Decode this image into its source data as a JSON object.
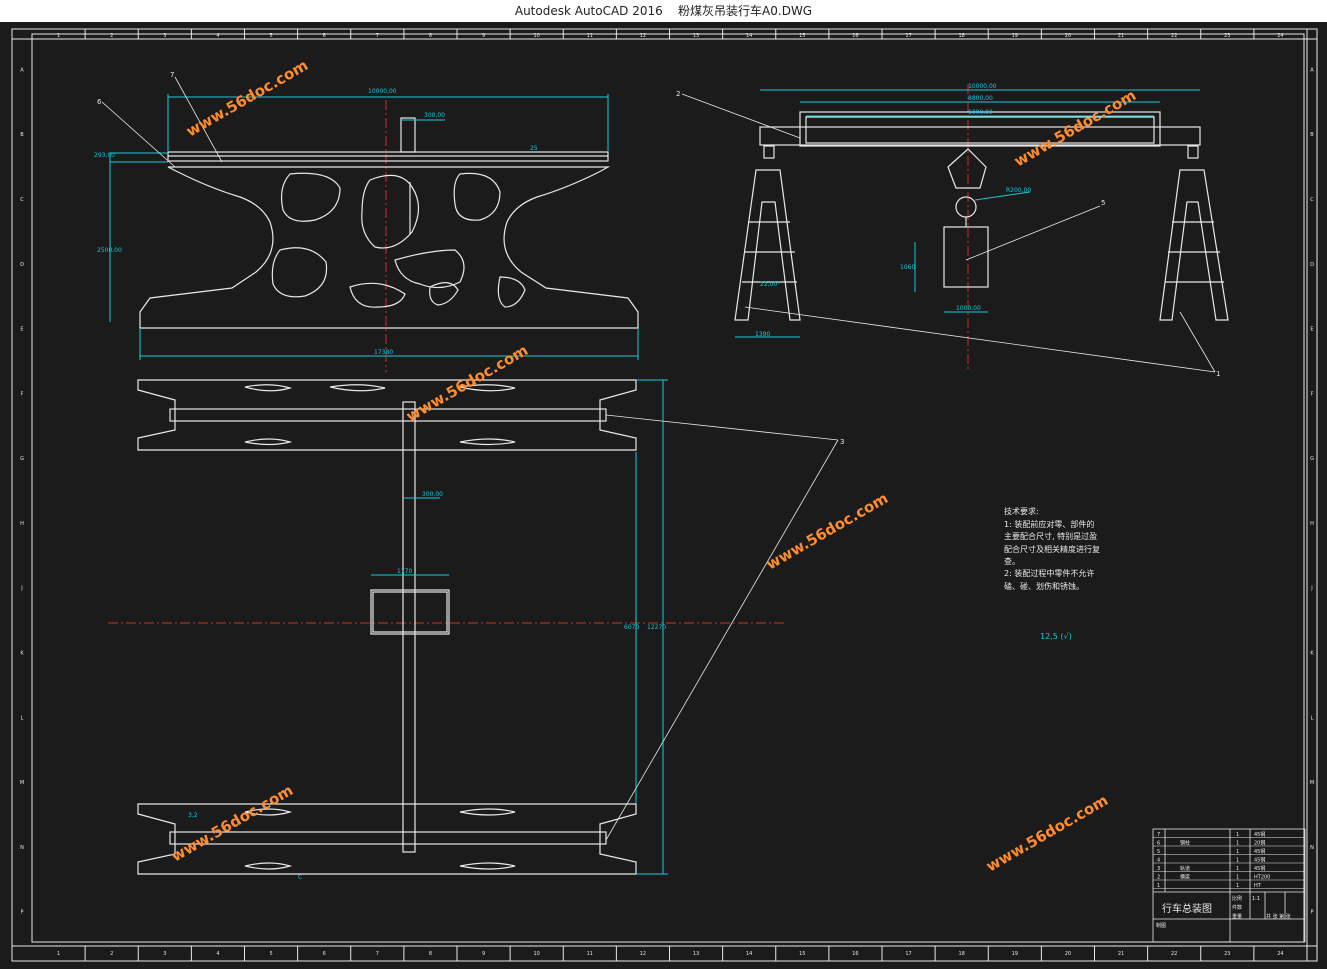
{
  "window": {
    "app_name": "Autodesk AutoCAD 2016",
    "file_name": "粉煤灰吊装行车A0.DWG"
  },
  "frame": {
    "columns": [
      "1",
      "2",
      "3",
      "4",
      "5",
      "6",
      "7",
      "8",
      "9",
      "10",
      "11",
      "12",
      "13",
      "14",
      "15",
      "16",
      "17",
      "18",
      "19",
      "20",
      "21",
      "22",
      "23",
      "24"
    ],
    "rows": [
      "A",
      "B",
      "C",
      "D",
      "E",
      "F",
      "G",
      "H",
      "J",
      "K",
      "L",
      "M",
      "N",
      "P"
    ]
  },
  "dimensions": {
    "top_span": "10000,00",
    "post_width": "300,00",
    "beam_height": "293,00",
    "side_height": "2500,00",
    "base_length": "17380",
    "roughness_top": "25",
    "side_span_1": "10000,00",
    "side_span_2": "8800,00",
    "side_span_3": "6000,00",
    "radius": "R200,00",
    "block_height": "1060",
    "block_width": "1000,00",
    "leg_angle": "22,00°",
    "leg_base": "1390",
    "plan_post": "300,00",
    "plan_block": "1770",
    "plan_total": "6070",
    "plan_length": "12270",
    "plan_rough": "3,2",
    "plan_bottom": "C",
    "roughness_general": "12,5 (√)"
  },
  "leaders": [
    "1",
    "2",
    "3",
    "5",
    "6",
    "7"
  ],
  "tech": {
    "heading": "技术要求:",
    "lines": [
      "1: 装配前应对零、部件的",
      "主要配合尺寸, 特别是过盈",
      "配合尺寸及相关精度进行复",
      "查。",
      "2: 装配过程中零件不允许",
      "磕、碰、划伤和锈蚀。"
    ]
  },
  "title_block": {
    "drawing_title": "行车总装图",
    "bom": [
      {
        "no": "7",
        "name": "",
        "qty": "1",
        "material": "45钢"
      },
      {
        "no": "6",
        "name": "钢柱",
        "qty": "1",
        "material": "20钢"
      },
      {
        "no": "5",
        "name": "",
        "qty": "1",
        "material": "45钢"
      },
      {
        "no": "4",
        "name": "",
        "qty": "1",
        "material": "45钢"
      },
      {
        "no": "3",
        "name": "轨道",
        "qty": "1",
        "material": "45钢"
      },
      {
        "no": "2",
        "name": "横梁",
        "qty": "1",
        "material": "HT200"
      },
      {
        "no": "1",
        "name": "",
        "qty": "1",
        "material": "HT"
      }
    ],
    "scale_label": "比例",
    "scale_value": "1:1",
    "count_label": "件数",
    "weight_label": "重量",
    "sheet_label": "共 张 第 张",
    "author_label": "制图"
  },
  "watermark": "www.56doc.com",
  "colors": {
    "drawing_bg": "#1b1b1b",
    "line": "#e8e8e8",
    "dimension": "#18c9d8",
    "center_line": "#d52a2a",
    "watermark": "#ff8c2e"
  }
}
